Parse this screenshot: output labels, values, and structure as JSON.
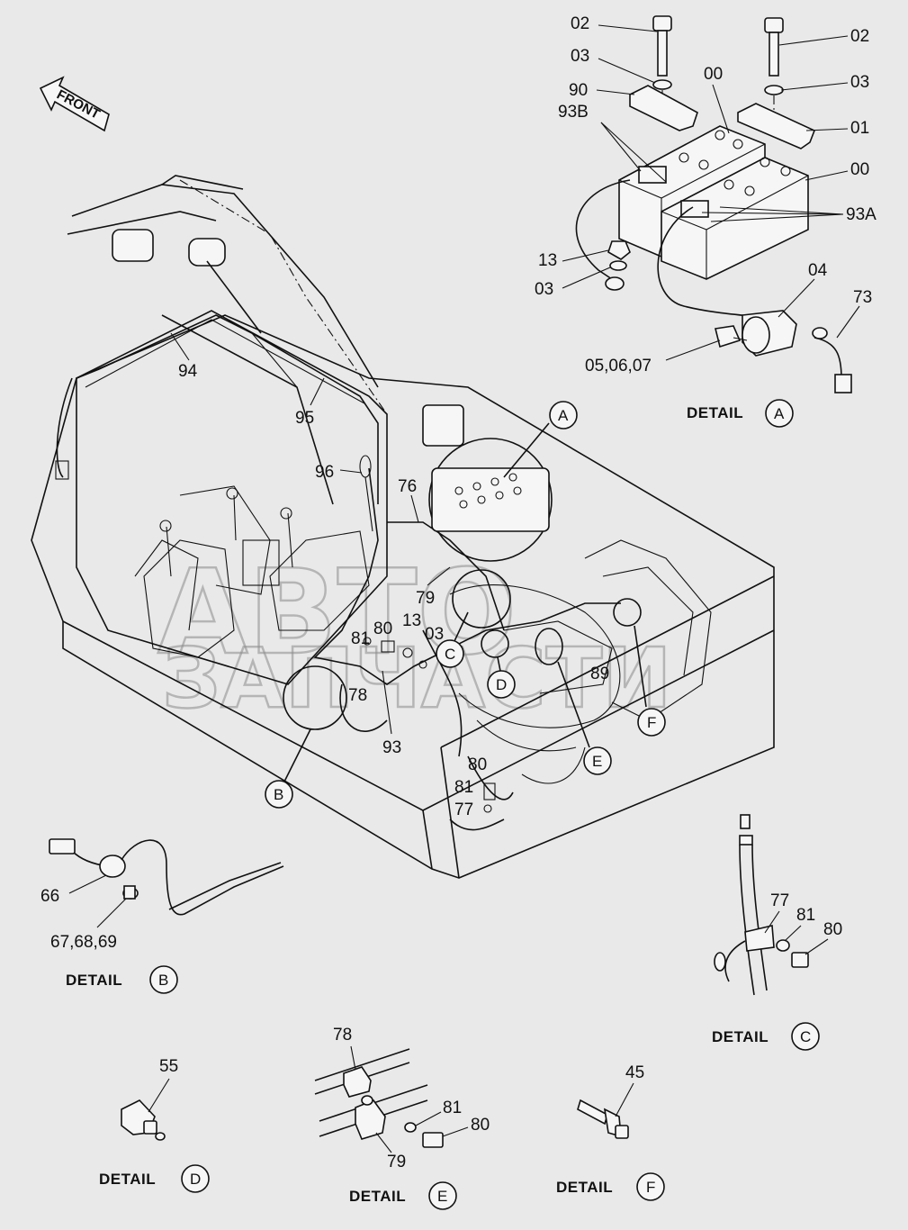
{
  "watermark": {
    "line1": "АВТО",
    "line2": "ЗАПЧАСТИ"
  },
  "front_label": "FRONT",
  "detail_word": "DETAIL",
  "details": [
    {
      "id": "detail-a",
      "letter": "A"
    },
    {
      "id": "detail-b",
      "letter": "B"
    },
    {
      "id": "detail-c",
      "letter": "C"
    },
    {
      "id": "detail-d",
      "letter": "D"
    },
    {
      "id": "detail-e",
      "letter": "E"
    },
    {
      "id": "detail-f",
      "letter": "F"
    }
  ],
  "callouts": {
    "main": [
      "A",
      "B",
      "C",
      "D",
      "E",
      "F"
    ],
    "detail_a_parts": [
      "02",
      "02",
      "03",
      "03",
      "90",
      "00",
      "93B",
      "01",
      "00",
      "93A",
      "13",
      "03",
      "04",
      "73",
      "05,06,07"
    ],
    "main_parts": [
      "94",
      "95",
      "96",
      "76",
      "79",
      "80",
      "81",
      "13",
      "03",
      "78",
      "93",
      "89",
      "80",
      "81",
      "77"
    ],
    "detail_b_parts": [
      "66",
      "67,68,69"
    ],
    "detail_c_parts": [
      "77",
      "81",
      "80"
    ],
    "detail_d_parts": [
      "55"
    ],
    "detail_e_parts": [
      "78",
      "81",
      "80",
      "79"
    ],
    "detail_f_parts": [
      "45"
    ]
  }
}
